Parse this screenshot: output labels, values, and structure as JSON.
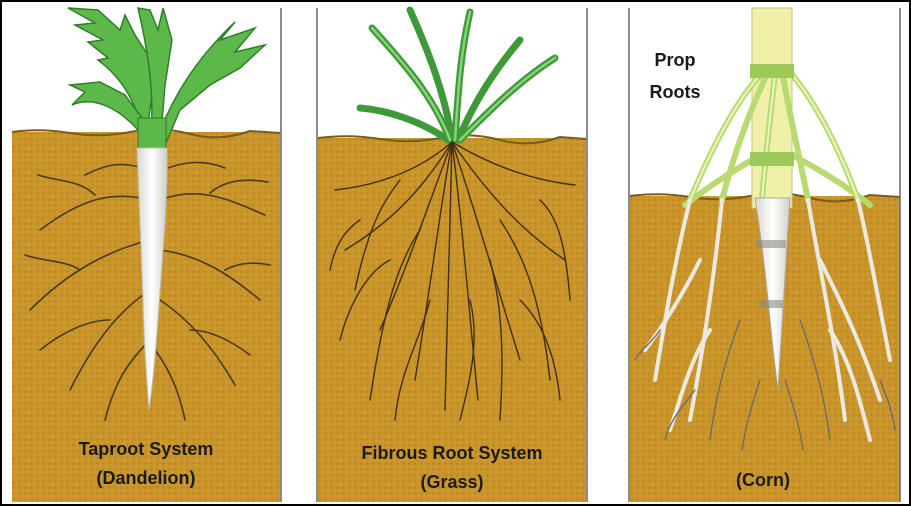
{
  "panels": [
    {
      "id": "taproot",
      "label_line1": "Taproot System",
      "label_line2": "(Dandelion)"
    },
    {
      "id": "fibrous",
      "label_line1": "Fibrous Root System",
      "label_line2": "(Grass)"
    },
    {
      "id": "prop",
      "callout_line1": "Prop",
      "callout_line2": "Roots",
      "label_line2": "(Corn)"
    }
  ],
  "colors": {
    "soil": "#c9952a",
    "soil_dark": "#a87718",
    "sky": "#ffffff",
    "leaf": "#5db84a",
    "leaf_dark": "#2f7d2a",
    "taproot": "#f7f7f2",
    "root_line": "#4a3a22",
    "prop_root": "#d7ee9c",
    "stalk": "#f1f0a8"
  }
}
